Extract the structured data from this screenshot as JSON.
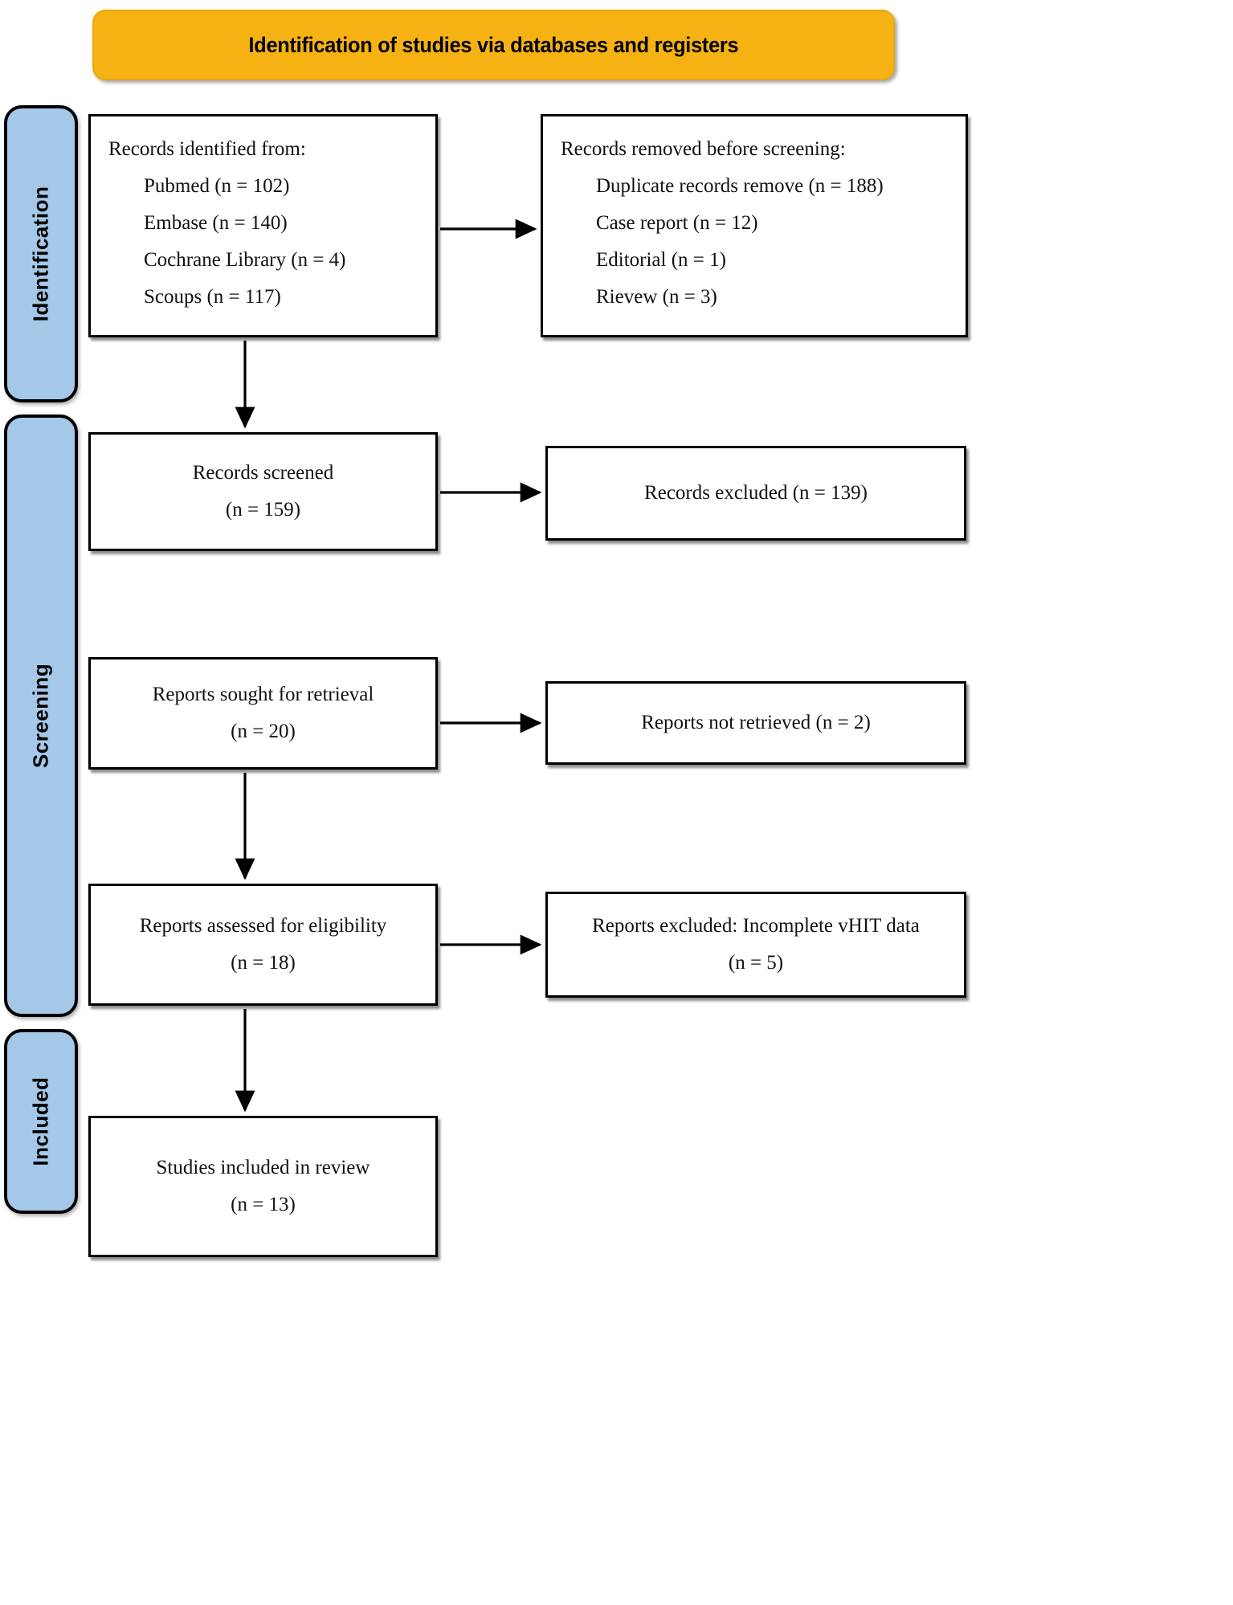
{
  "header": {
    "title": "Identification of studies via databases and registers"
  },
  "stages": [
    {
      "id": "identification",
      "label": "Identification"
    },
    {
      "id": "screening",
      "label": "Screening"
    },
    {
      "id": "included",
      "label": "Included"
    }
  ],
  "boxes": {
    "identified": {
      "heading": "Records identified from:",
      "items": [
        "Pubmed (n = 102)",
        "Embase (n = 140)",
        "Cochrane Library (n = 4)",
        "Scoups (n = 117)"
      ]
    },
    "removed": {
      "heading": "Records removed before screening:",
      "items": [
        "Duplicate records remove (n = 188)",
        "Case report (n = 12)",
        "Editorial (n = 1)",
        "Rievew (n = 3)"
      ]
    },
    "screened": {
      "line1": "Records screened",
      "line2": "(n = 159)"
    },
    "excluded": {
      "line1": "Records excluded (n = 139)"
    },
    "sought": {
      "line1": "Reports sought for retrieval",
      "line2": "(n = 20)"
    },
    "not_retrieved": {
      "line1": "Reports not retrieved (n = 2)"
    },
    "assessed": {
      "line1": "Reports assessed for eligibility",
      "line2": "(n = 18)"
    },
    "reports_excluded": {
      "line1": "Reports excluded: Incomplete vHIT data",
      "line2": "(n = 5)"
    },
    "included": {
      "line1": "Studies included in review",
      "line2": "(n = 13)"
    }
  },
  "colors": {
    "banner": "#F5B212",
    "stage_bar": "#A5C8E8",
    "box_border": "#000000",
    "text": "#111111"
  }
}
